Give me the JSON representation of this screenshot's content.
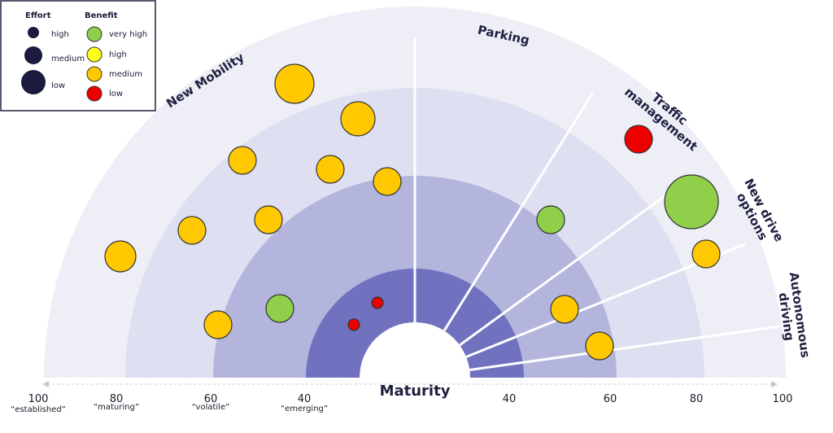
{
  "legend": {
    "effort_title": "Effort",
    "benefit_title": "Benefit",
    "effort_items": [
      {
        "label": "high"
      },
      {
        "label": "medium"
      },
      {
        "label": "low"
      }
    ],
    "benefit_items": [
      {
        "label": "very high",
        "color": "#8fcf4a"
      },
      {
        "label": "high",
        "color": "#ffff1a"
      },
      {
        "label": "medium",
        "color": "#ffc800"
      },
      {
        "label": "low",
        "color": "#ee0000"
      }
    ]
  },
  "segments": [
    {
      "label": "New Mobility"
    },
    {
      "label": "Parking"
    },
    {
      "label": "Traffic management"
    },
    {
      "label": "New drive options"
    },
    {
      "label": "Autonomous driving"
    }
  ],
  "axis": {
    "title": "Maturity",
    "left_ticks": [
      {
        "value": "100",
        "sub": "“established”"
      },
      {
        "value": "80",
        "sub": "“maturing”"
      },
      {
        "value": "60",
        "sub": "“volatile”"
      },
      {
        "value": "40",
        "sub": "“emerging”"
      }
    ],
    "right_ticks": [
      {
        "value": "40"
      },
      {
        "value": "60"
      },
      {
        "value": "80"
      },
      {
        "value": "100"
      }
    ]
  },
  "colors": {
    "ring_outer": "#eeeef7",
    "ring_2": "#dedff0",
    "ring_3": "#b3b5dd",
    "ring_inner": "#7072bf",
    "ink": "#1f2040"
  },
  "chart_data": {
    "type": "scatter",
    "x_axis": "Maturity",
    "scale": [
      100,
      80,
      60,
      40
    ],
    "points": [
      {
        "segment": "New Mobility",
        "maturity": 94,
        "effort": "medium",
        "benefit": "medium"
      },
      {
        "segment": "New Mobility",
        "maturity": 95,
        "effort": "low",
        "benefit": "medium"
      },
      {
        "segment": "New Mobility",
        "maturity": 82,
        "effort": "medium",
        "benefit": "medium"
      },
      {
        "segment": "New Mobility",
        "maturity": 77,
        "effort": "medium",
        "benefit": "medium"
      },
      {
        "segment": "New Mobility",
        "maturity": 72,
        "effort": "medium",
        "benefit": "medium"
      },
      {
        "segment": "New Mobility",
        "maturity": 77,
        "effort": "medium",
        "benefit": "medium"
      },
      {
        "segment": "New Mobility",
        "maturity": 69,
        "effort": "medium",
        "benefit": "medium"
      },
      {
        "segment": "New Mobility",
        "maturity": 65,
        "effort": "medium",
        "benefit": "medium"
      },
      {
        "segment": "New Mobility",
        "maturity": 96,
        "effort": "medium",
        "benefit": "medium"
      },
      {
        "segment": "New Mobility",
        "maturity": 60,
        "effort": "medium",
        "benefit": "medium"
      },
      {
        "segment": "New Mobility",
        "maturity": 49,
        "effort": "medium",
        "benefit": "very high"
      },
      {
        "segment": "New Mobility",
        "maturity": 30,
        "effort": "high",
        "benefit": "low"
      },
      {
        "segment": "New Mobility",
        "maturity": 19,
        "effort": "high",
        "benefit": "low"
      },
      {
        "segment": "Parking",
        "maturity": 53,
        "effort": "medium",
        "benefit": "very high"
      },
      {
        "segment": "Traffic management",
        "maturity": 93,
        "effort": "medium",
        "benefit": "low"
      },
      {
        "segment": "New drive options",
        "maturity": 89,
        "effort": "low",
        "benefit": "very high"
      },
      {
        "segment": "New drive options",
        "maturity": 85,
        "effort": "medium",
        "benefit": "medium"
      },
      {
        "segment": "Autonomous driving",
        "maturity": 52,
        "effort": "medium",
        "benefit": "medium"
      },
      {
        "segment": "Autonomous driving",
        "maturity": 60,
        "effort": "medium",
        "benefit": "medium"
      }
    ]
  }
}
